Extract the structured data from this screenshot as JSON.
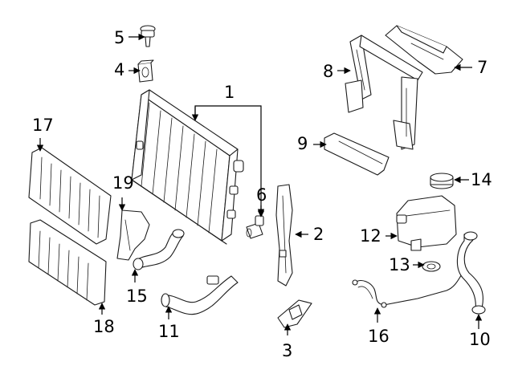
{
  "callouts": [
    {
      "key": "p1",
      "number": "1"
    },
    {
      "key": "p2",
      "number": "2"
    },
    {
      "key": "p3",
      "number": "3"
    },
    {
      "key": "p4",
      "number": "4"
    },
    {
      "key": "p5",
      "number": "5"
    },
    {
      "key": "p6",
      "number": "6"
    },
    {
      "key": "p7",
      "number": "7"
    },
    {
      "key": "p8",
      "number": "8"
    },
    {
      "key": "p9",
      "number": "9"
    },
    {
      "key": "p10",
      "number": "10"
    },
    {
      "key": "p11",
      "number": "11"
    },
    {
      "key": "p12",
      "number": "12"
    },
    {
      "key": "p13",
      "number": "13"
    },
    {
      "key": "p14",
      "number": "14"
    },
    {
      "key": "p15",
      "number": "15"
    },
    {
      "key": "p16",
      "number": "16"
    },
    {
      "key": "p17",
      "number": "17"
    },
    {
      "key": "p18",
      "number": "18"
    },
    {
      "key": "p19",
      "number": "19"
    }
  ]
}
